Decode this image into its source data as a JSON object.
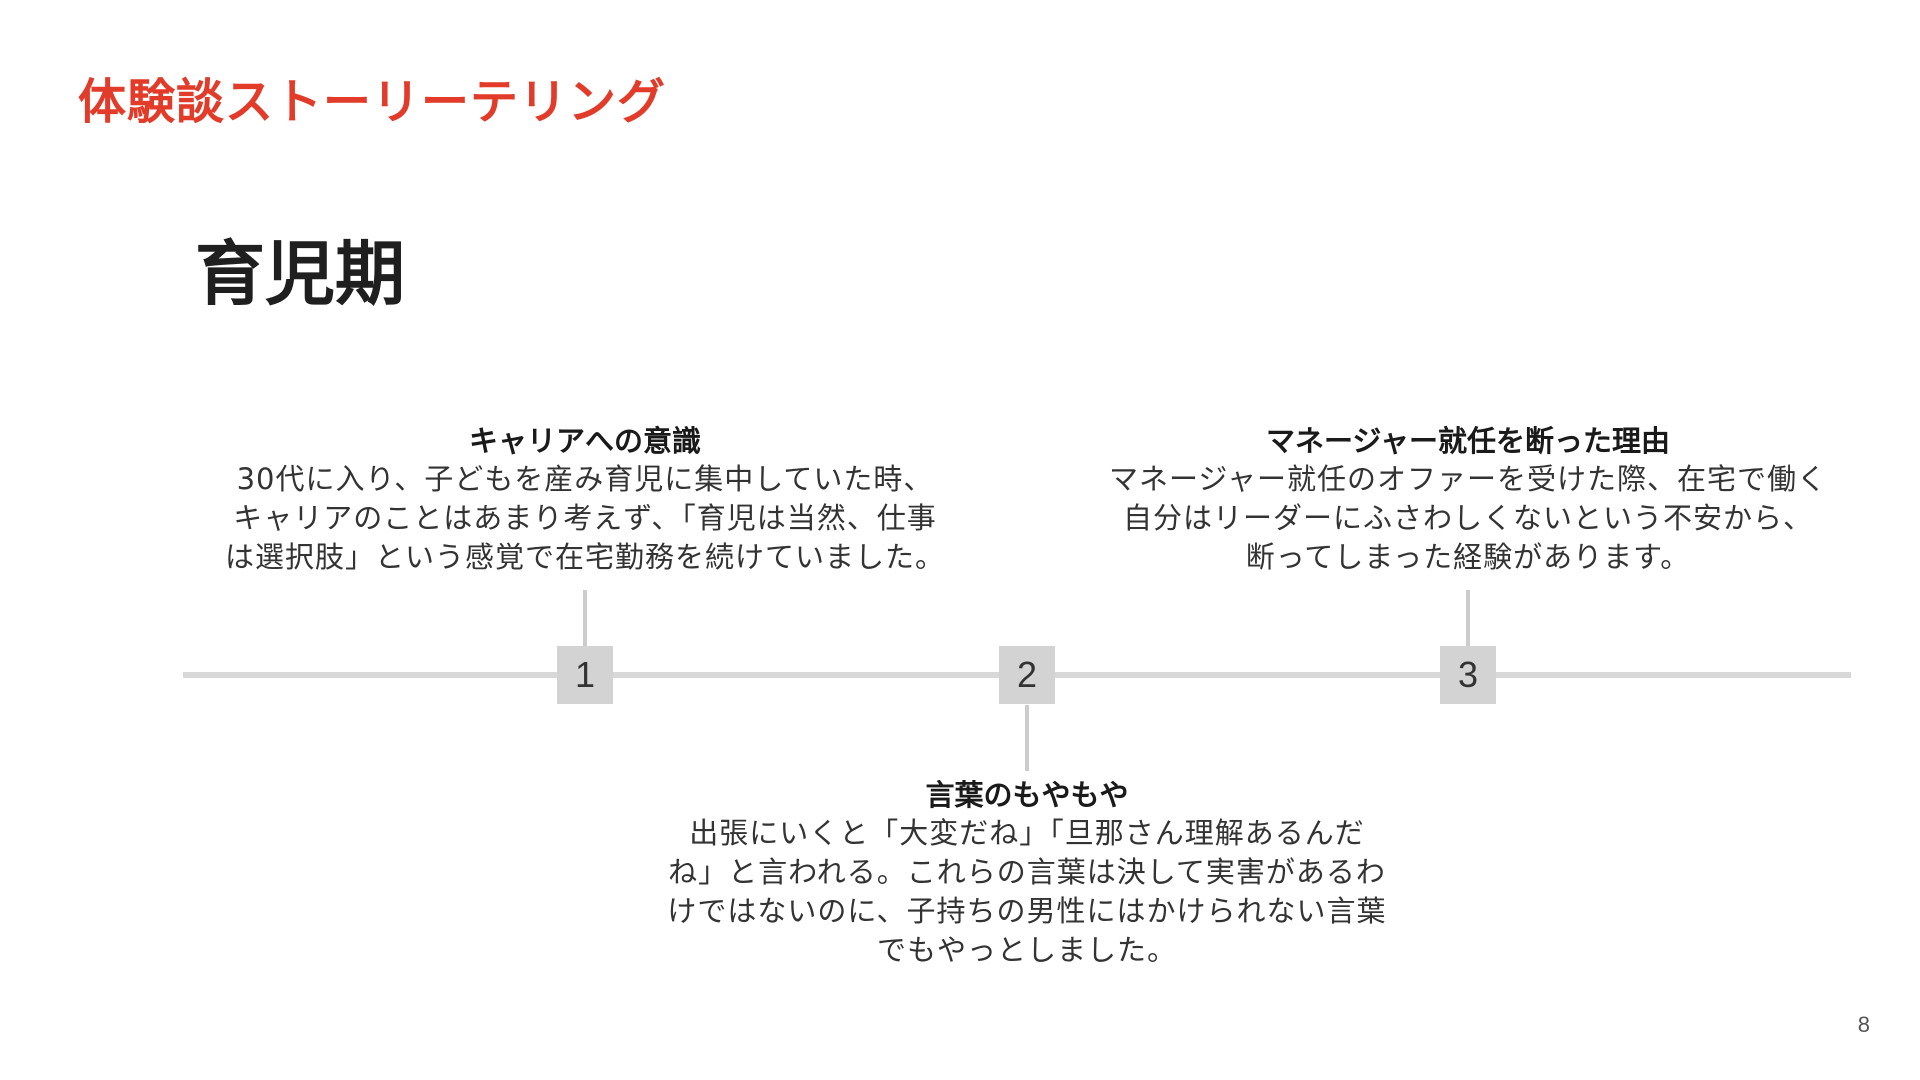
{
  "section_label": "体験談ストーリーテリング",
  "title": "育児期",
  "events": [
    {
      "number": "1",
      "heading": "キャリアへの意識",
      "body_lines": [
        "30代に入り、子どもを産み育児に集中していた時、",
        "キャリアのことはあまり考えず、「育児は当然、仕事",
        "は選択肢」という感覚で在宅勤務を続けていました。"
      ]
    },
    {
      "number": "2",
      "heading": "言葉のもやもや",
      "body_lines": [
        "出張にいくと「大変だね」「旦那さん理解あるんだ",
        "ね」と言われる。これらの言葉は決して実害があるわ",
        "けではないのに、子持ちの男性にはかけられない言葉",
        "でもやっとしました。"
      ]
    },
    {
      "number": "3",
      "heading": "マネージャー就任を断った理由",
      "body_lines": [
        "マネージャー就任のオファーを受けた際、在宅で働く",
        "自分はリーダーにふさわしくないという不安から、",
        "断ってしまった経験があります。"
      ]
    }
  ],
  "page_number": "8",
  "colors": {
    "accent": "#e33b2a",
    "timeline": "#d8d8d8",
    "marker": "#d3d3d3"
  }
}
